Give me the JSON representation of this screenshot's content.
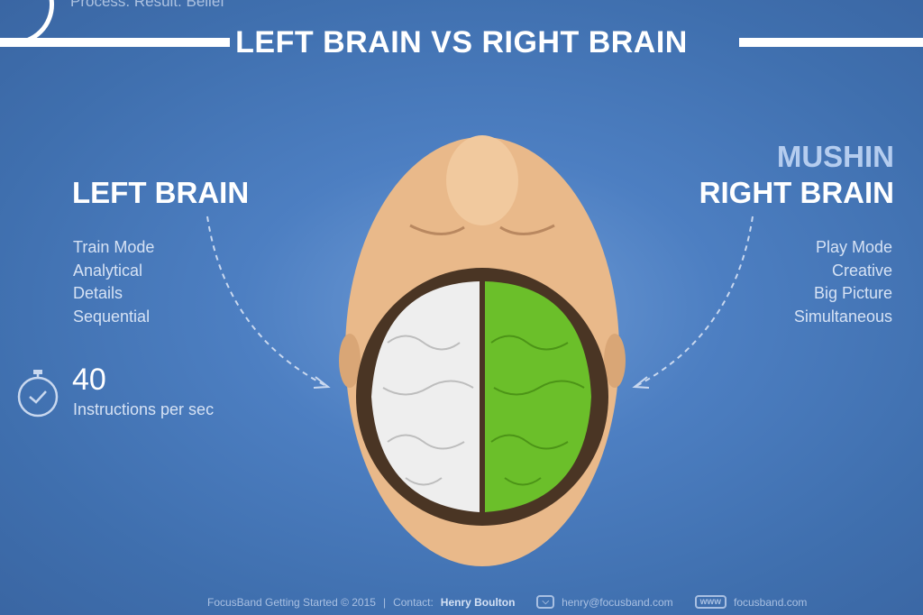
{
  "header": {
    "tagline": "Process. Result. Belief",
    "title": "LEFT BRAIN VS RIGHT BRAIN"
  },
  "left": {
    "heading": "LEFT BRAIN",
    "items": [
      "Train Mode",
      "Analytical",
      "Details",
      "Sequential"
    ],
    "stat_value": "40",
    "stat_label": "Instructions per sec"
  },
  "right": {
    "subheading": "MUSHIN",
    "heading": "RIGHT BRAIN",
    "items": [
      "Play Mode",
      "Creative",
      "Big Picture",
      "Simultaneous"
    ]
  },
  "footer": {
    "copyright": "FocusBand Getting Started  © 2015",
    "separator": "|",
    "contact_label": "Contact:",
    "contact_name": "Henry Boulton",
    "email": "henry@focusband.com",
    "www_badge": "www",
    "website": "focusband.com"
  },
  "colors": {
    "background": "#4d7fc2",
    "left_brain": "#f2f2f2",
    "right_brain": "#6bbf2a",
    "skin": "#e9b98a"
  }
}
